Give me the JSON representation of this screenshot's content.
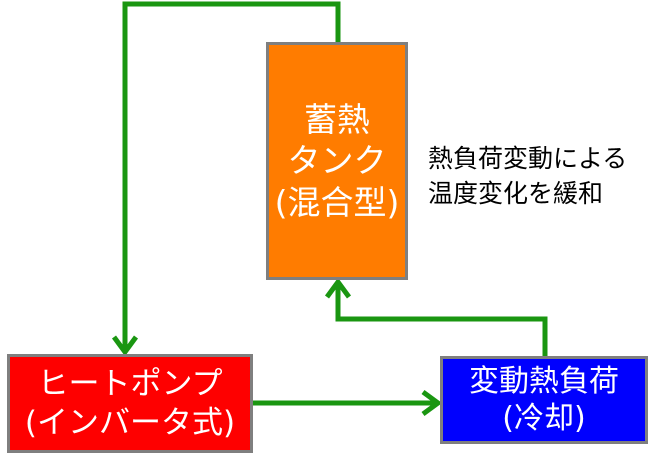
{
  "colors": {
    "line": "#1a9611",
    "box_border": "#7f7f7f",
    "tank_fill": "#ff7c00",
    "heat_pump_fill": "#fe0000",
    "load_fill": "#0000fe",
    "text_on_box": "#ffffff"
  },
  "nodes": {
    "tank": {
      "lines": [
        "蓄熱",
        "タンク",
        "(混合型)"
      ]
    },
    "heat_pump": {
      "lines": [
        "ヒートポンプ",
        "(インバータ式)"
      ]
    },
    "load": {
      "lines": [
        "変動熱負荷",
        "(冷却)"
      ]
    }
  },
  "annotation": {
    "lines": [
      "熱負荷変動による",
      "温度変化を緩和"
    ]
  },
  "connections": [
    {
      "from": "tank",
      "to": "heat_pump"
    },
    {
      "from": "heat_pump",
      "to": "load"
    },
    {
      "from": "load",
      "to": "tank"
    }
  ]
}
